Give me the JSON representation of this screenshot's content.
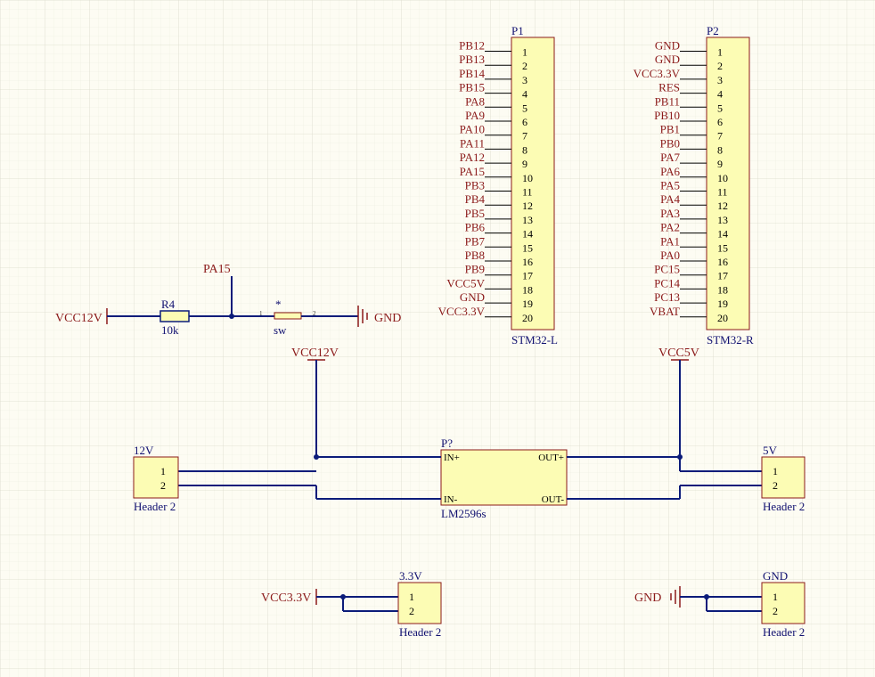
{
  "p1": {
    "designator": "P1",
    "comment": "STM32-L",
    "pins": [
      "PB12",
      "PB13",
      "PB14",
      "PB15",
      "PA8",
      "PA9",
      "PA10",
      "PA11",
      "PA12",
      "PA15",
      "PB3",
      "PB4",
      "PB5",
      "PB6",
      "PB7",
      "PB8",
      "PB9",
      "VCC5V",
      "GND",
      "VCC3.3V"
    ],
    "numbers": [
      "1",
      "2",
      "3",
      "4",
      "5",
      "6",
      "7",
      "8",
      "9",
      "10",
      "11",
      "12",
      "13",
      "14",
      "15",
      "16",
      "17",
      "18",
      "19",
      "20"
    ]
  },
  "p2": {
    "designator": "P2",
    "comment": "STM32-R",
    "pins": [
      "GND",
      "GND",
      "VCC3.3V",
      "RES",
      "PB11",
      "PB10",
      "PB1",
      "PB0",
      "PA7",
      "PA6",
      "PA5",
      "PA4",
      "PA3",
      "PA2",
      "PA1",
      "PA0",
      "PC15",
      "PC14",
      "PC13",
      "VBAT"
    ],
    "numbers": [
      "1",
      "2",
      "3",
      "4",
      "5",
      "6",
      "7",
      "8",
      "9",
      "10",
      "11",
      "12",
      "13",
      "14",
      "15",
      "16",
      "17",
      "18",
      "19",
      "20"
    ]
  },
  "switch_circuit": {
    "vcc": "VCC12V",
    "r4_designator": "R4",
    "r4_value": "10k",
    "pa15_label": "PA15",
    "sw_designator": "*",
    "sw_comment": "sw",
    "sw_pin1": "1",
    "sw_pin2": "2",
    "gnd": "GND"
  },
  "reg": {
    "designator": "P?",
    "comment": "LM2596s",
    "in_plus": "IN+",
    "in_minus": "IN-",
    "out_plus": "OUT+",
    "out_minus": "OUT-",
    "vcc_in": "VCC12V",
    "vcc_out": "VCC5V"
  },
  "headers": {
    "h12v": {
      "designator": "12V",
      "comment": "Header 2",
      "pin1": "1",
      "pin2": "2"
    },
    "h5v": {
      "designator": "5V",
      "comment": "Header 2",
      "pin1": "1",
      "pin2": "2"
    },
    "h33v": {
      "designator": "3.3V",
      "comment": "Header 2",
      "pin1": "1",
      "pin2": "2",
      "net": "VCC3.3V"
    },
    "hgnd": {
      "designator": "GND",
      "comment": "Header 2",
      "pin1": "1",
      "pin2": "2",
      "net": "GND"
    }
  },
  "colors": {
    "background": "#fdfcf3",
    "grid": "#e2e2d6",
    "wire": "#0c1c7a",
    "component_fill": "#fcfcb4",
    "component_border": "#8b1a1a",
    "designator": "#101070",
    "pin_name": "#8b1a1a"
  }
}
